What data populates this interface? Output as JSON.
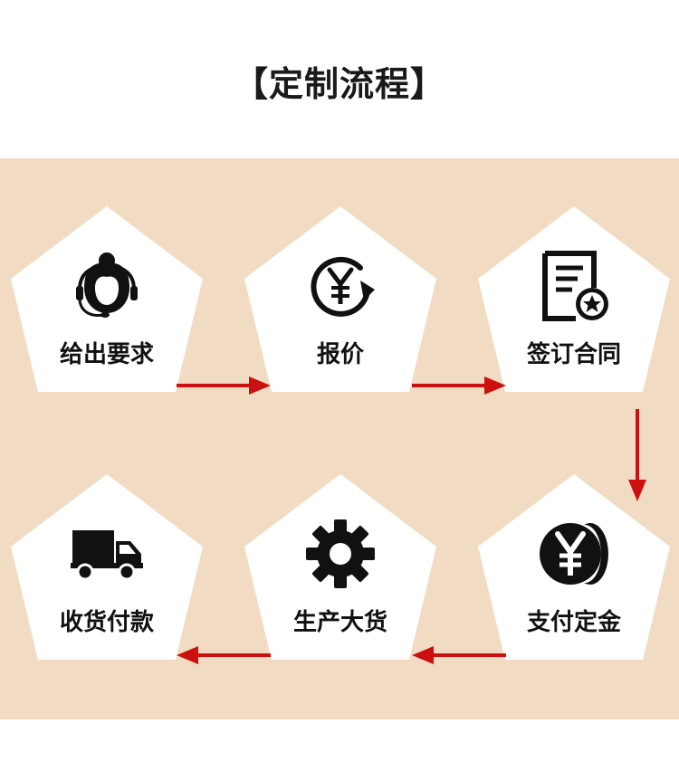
{
  "title": "【定制流程】",
  "colors": {
    "panel_bg": "#f1dcc3",
    "card_bg": "#ffffff",
    "arrow": "#cc1010",
    "ink": "#111111"
  },
  "steps": [
    {
      "label": "给出要求",
      "icon": "customer-service-headset-icon"
    },
    {
      "label": "报价",
      "icon": "yuan-refresh-icon"
    },
    {
      "label": "签订合同",
      "icon": "contract-document-icon"
    },
    {
      "label": "支付定金",
      "icon": "yuan-coin-icon"
    },
    {
      "label": "生产大货",
      "icon": "gear-icon"
    },
    {
      "label": "收货付款",
      "icon": "delivery-truck-icon"
    }
  ]
}
